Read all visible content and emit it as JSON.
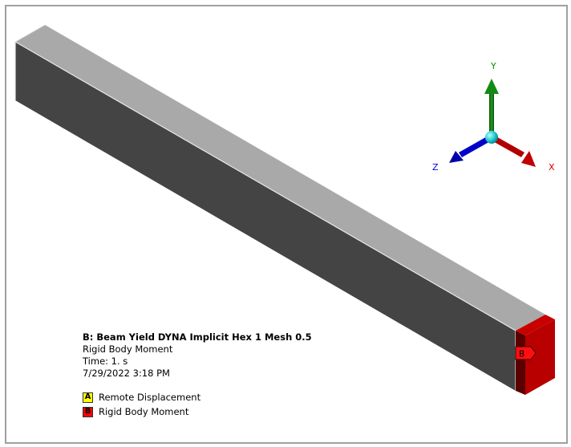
{
  "viewport": {
    "background": "#ffffff",
    "frame_color": "#a0a0a0"
  },
  "model": {
    "beam": {
      "top_face_color": "#a9a9a9",
      "side_face_color": "#444444",
      "edge_color": "#ffffff"
    },
    "end_cap": {
      "front_color": "#c00000",
      "top_color": "#c80000",
      "side_color": "#5a0000",
      "tag_label": "B",
      "tag_color": "#ff0000"
    }
  },
  "legend": {
    "title": "B: Beam Yield DYNA Implicit Hex 1 Mesh 0.5",
    "result_type": "Rigid Body Moment",
    "time": "Time: 1. s",
    "timestamp": "7/29/2022 3:18 PM",
    "items": [
      {
        "letter": "A",
        "label": "Remote Displacement",
        "color": "#ffff00"
      },
      {
        "letter": "B",
        "label": "Rigid Body Moment",
        "color": "#ff0000"
      }
    ]
  },
  "triad": {
    "x_label": "X",
    "y_label": "Y",
    "z_label": "Z",
    "x_color": "#c00000",
    "y_color": "#007a00",
    "z_color": "#0000d0",
    "origin_color": "#20c8d0"
  }
}
